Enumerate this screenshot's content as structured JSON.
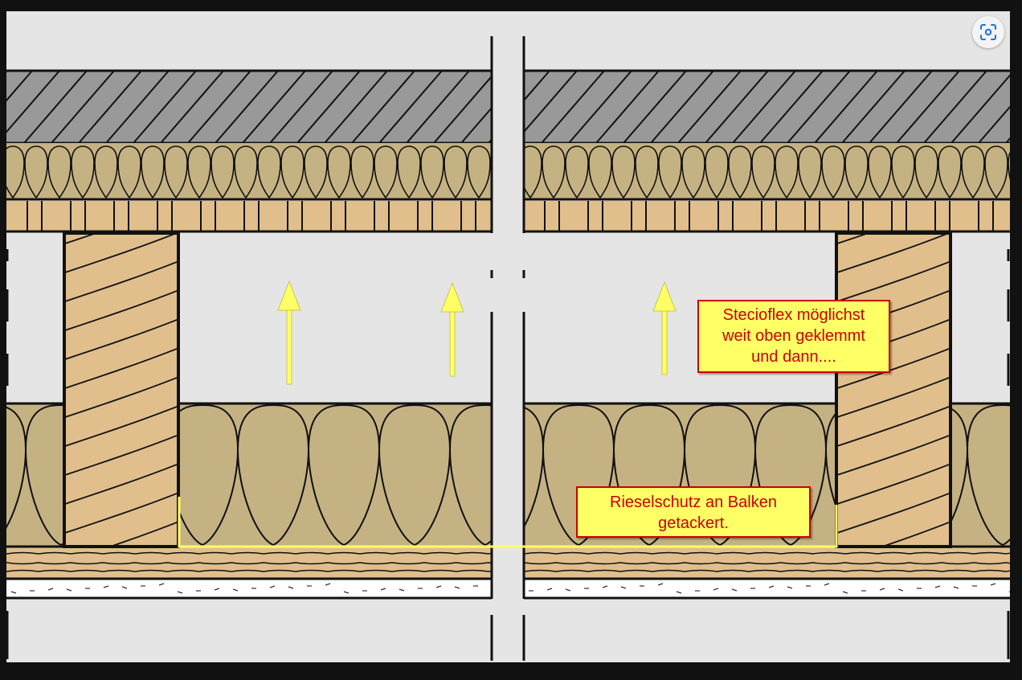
{
  "diagram": {
    "annotations": {
      "stecioflex": [
        "Stecioflex möglichst",
        "weit oben geklemmt",
        "und dann...."
      ],
      "rieselschutz": [
        "Rieselschutz an Balken",
        "getackert."
      ]
    },
    "colors": {
      "background": "#e5e5e5",
      "frame": "#111111",
      "screed": "#999999",
      "insulation": "#c5b283",
      "wood": "#e0bf8c",
      "arrow": "#ffff66",
      "label_fill": "#ffff66",
      "label_text": "#cc0000"
    },
    "icons": {
      "lens": "visual-search-icon"
    }
  }
}
